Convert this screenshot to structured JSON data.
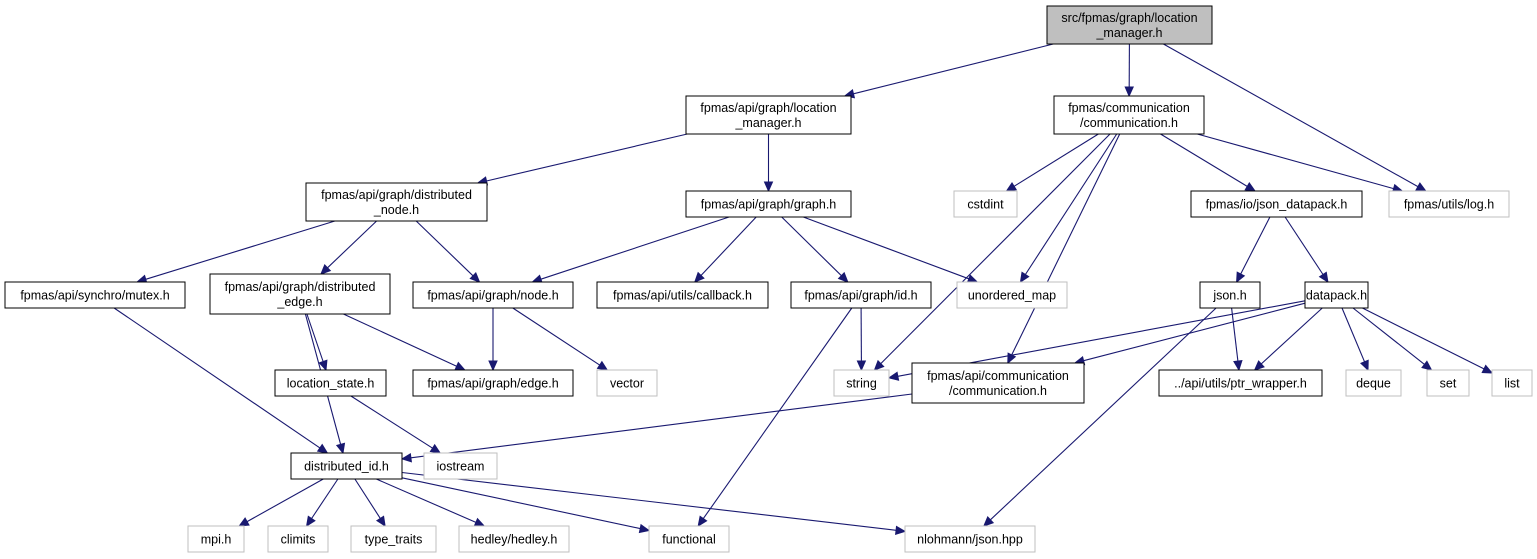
{
  "nodes": [
    {
      "id": "root",
      "lines": [
        "src/fpmas/graph/location",
        "_manager.h"
      ],
      "kind": "root"
    },
    {
      "id": "api_loc_mgr",
      "lines": [
        "fpmas/api/graph/location",
        "_manager.h"
      ],
      "kind": "file"
    },
    {
      "id": "comm",
      "lines": [
        "fpmas/communication",
        "/communication.h"
      ],
      "kind": "file"
    },
    {
      "id": "dist_node",
      "lines": [
        "fpmas/api/graph/distributed",
        "_node.h"
      ],
      "kind": "file"
    },
    {
      "id": "graph_h",
      "lines": [
        "fpmas/api/graph/graph.h"
      ],
      "kind": "file"
    },
    {
      "id": "cstdint",
      "lines": [
        "cstdint"
      ],
      "kind": "ext"
    },
    {
      "id": "json_datapack",
      "lines": [
        "fpmas/io/json_datapack.h"
      ],
      "kind": "file"
    },
    {
      "id": "log_h",
      "lines": [
        "fpmas/utils/log.h"
      ],
      "kind": "ext"
    },
    {
      "id": "mutex_h",
      "lines": [
        "fpmas/api/synchro/mutex.h"
      ],
      "kind": "file"
    },
    {
      "id": "dist_edge",
      "lines": [
        "fpmas/api/graph/distributed",
        "_edge.h"
      ],
      "kind": "file"
    },
    {
      "id": "node_h",
      "lines": [
        "fpmas/api/graph/node.h"
      ],
      "kind": "file"
    },
    {
      "id": "callback_h",
      "lines": [
        "fpmas/api/utils/callback.h"
      ],
      "kind": "file"
    },
    {
      "id": "id_h",
      "lines": [
        "fpmas/api/graph/id.h"
      ],
      "kind": "file"
    },
    {
      "id": "unordered_map",
      "lines": [
        "unordered_map"
      ],
      "kind": "ext"
    },
    {
      "id": "json_h",
      "lines": [
        "json.h"
      ],
      "kind": "file"
    },
    {
      "id": "datapack_h",
      "lines": [
        "datapack.h"
      ],
      "kind": "file"
    },
    {
      "id": "location_state",
      "lines": [
        "location_state.h"
      ],
      "kind": "file"
    },
    {
      "id": "edge_h",
      "lines": [
        "fpmas/api/graph/edge.h"
      ],
      "kind": "file"
    },
    {
      "id": "vector",
      "lines": [
        "vector"
      ],
      "kind": "ext"
    },
    {
      "id": "string",
      "lines": [
        "string"
      ],
      "kind": "ext"
    },
    {
      "id": "api_comm",
      "lines": [
        "fpmas/api/communication",
        "/communication.h"
      ],
      "kind": "file"
    },
    {
      "id": "ptr_wrapper",
      "lines": [
        "../api/utils/ptr_wrapper.h"
      ],
      "kind": "file"
    },
    {
      "id": "deque",
      "lines": [
        "deque"
      ],
      "kind": "ext"
    },
    {
      "id": "set",
      "lines": [
        "set"
      ],
      "kind": "ext"
    },
    {
      "id": "list",
      "lines": [
        "list"
      ],
      "kind": "ext"
    },
    {
      "id": "distributed_id",
      "lines": [
        "distributed_id.h"
      ],
      "kind": "file"
    },
    {
      "id": "iostream",
      "lines": [
        "iostream"
      ],
      "kind": "ext"
    },
    {
      "id": "mpi_h",
      "lines": [
        "mpi.h"
      ],
      "kind": "ext"
    },
    {
      "id": "climits",
      "lines": [
        "climits"
      ],
      "kind": "ext"
    },
    {
      "id": "type_traits",
      "lines": [
        "type_traits"
      ],
      "kind": "ext"
    },
    {
      "id": "hedley",
      "lines": [
        "hedley/hedley.h"
      ],
      "kind": "ext"
    },
    {
      "id": "functional",
      "lines": [
        "functional"
      ],
      "kind": "ext"
    },
    {
      "id": "nlohmann",
      "lines": [
        "nlohmann/json.hpp"
      ],
      "kind": "ext"
    }
  ],
  "edges": [
    [
      "root",
      "api_loc_mgr"
    ],
    [
      "root",
      "comm"
    ],
    [
      "root",
      "log_h"
    ],
    [
      "api_loc_mgr",
      "dist_node"
    ],
    [
      "api_loc_mgr",
      "graph_h"
    ],
    [
      "comm",
      "cstdint"
    ],
    [
      "comm",
      "unordered_map"
    ],
    [
      "comm",
      "string"
    ],
    [
      "comm",
      "api_comm"
    ],
    [
      "comm",
      "json_datapack"
    ],
    [
      "comm",
      "log_h"
    ],
    [
      "dist_node",
      "mutex_h"
    ],
    [
      "dist_node",
      "dist_edge"
    ],
    [
      "dist_node",
      "node_h"
    ],
    [
      "graph_h",
      "node_h"
    ],
    [
      "graph_h",
      "callback_h"
    ],
    [
      "graph_h",
      "id_h"
    ],
    [
      "graph_h",
      "unordered_map"
    ],
    [
      "json_datapack",
      "json_h"
    ],
    [
      "json_datapack",
      "datapack_h"
    ],
    [
      "mutex_h",
      "distributed_id"
    ],
    [
      "dist_edge",
      "location_state"
    ],
    [
      "dist_edge",
      "edge_h"
    ],
    [
      "dist_edge",
      "distributed_id"
    ],
    [
      "node_h",
      "edge_h"
    ],
    [
      "node_h",
      "vector"
    ],
    [
      "id_h",
      "string"
    ],
    [
      "id_h",
      "functional"
    ],
    [
      "json_h",
      "ptr_wrapper"
    ],
    [
      "json_h",
      "nlohmann"
    ],
    [
      "datapack_h",
      "string"
    ],
    [
      "datapack_h",
      "api_comm"
    ],
    [
      "datapack_h",
      "ptr_wrapper"
    ],
    [
      "datapack_h",
      "deque"
    ],
    [
      "datapack_h",
      "set"
    ],
    [
      "datapack_h",
      "list"
    ],
    [
      "location_state",
      "iostream"
    ],
    [
      "api_comm",
      "distributed_id"
    ],
    [
      "distributed_id",
      "mpi_h"
    ],
    [
      "distributed_id",
      "climits"
    ],
    [
      "distributed_id",
      "type_traits"
    ],
    [
      "distributed_id",
      "hedley"
    ],
    [
      "distributed_id",
      "functional"
    ],
    [
      "distributed_id",
      "nlohmann"
    ]
  ]
}
